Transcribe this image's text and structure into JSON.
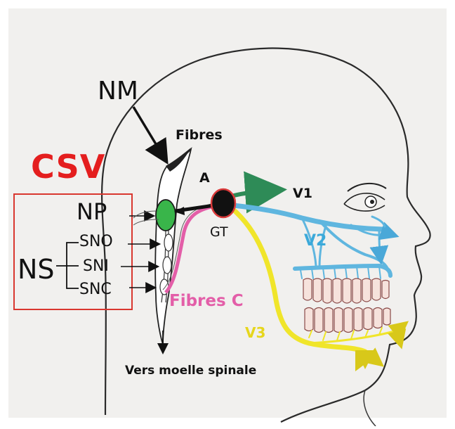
{
  "labels": {
    "nm": "NM",
    "fibres": "Fibres",
    "csv": "CSV",
    "a": "A",
    "v1": "V1",
    "np": "NP",
    "gt": "GT",
    "v2": "V2",
    "sno": "SNO",
    "ns": "NS",
    "sni": "SNI",
    "snc": "SNC",
    "fibres_c": "Fibres C",
    "v3": "V3",
    "vers_moelle_spinale": "Vers moelle spinale"
  },
  "colors": {
    "csv": "#e41e1e",
    "v1_branch": "#2e8b57",
    "v2_branch": "#5fb6df",
    "v3_branch": "#f0e52a",
    "fibres_c": "#e35ea8",
    "ganglion": "#111111",
    "nucleus": "#39b54a"
  }
}
